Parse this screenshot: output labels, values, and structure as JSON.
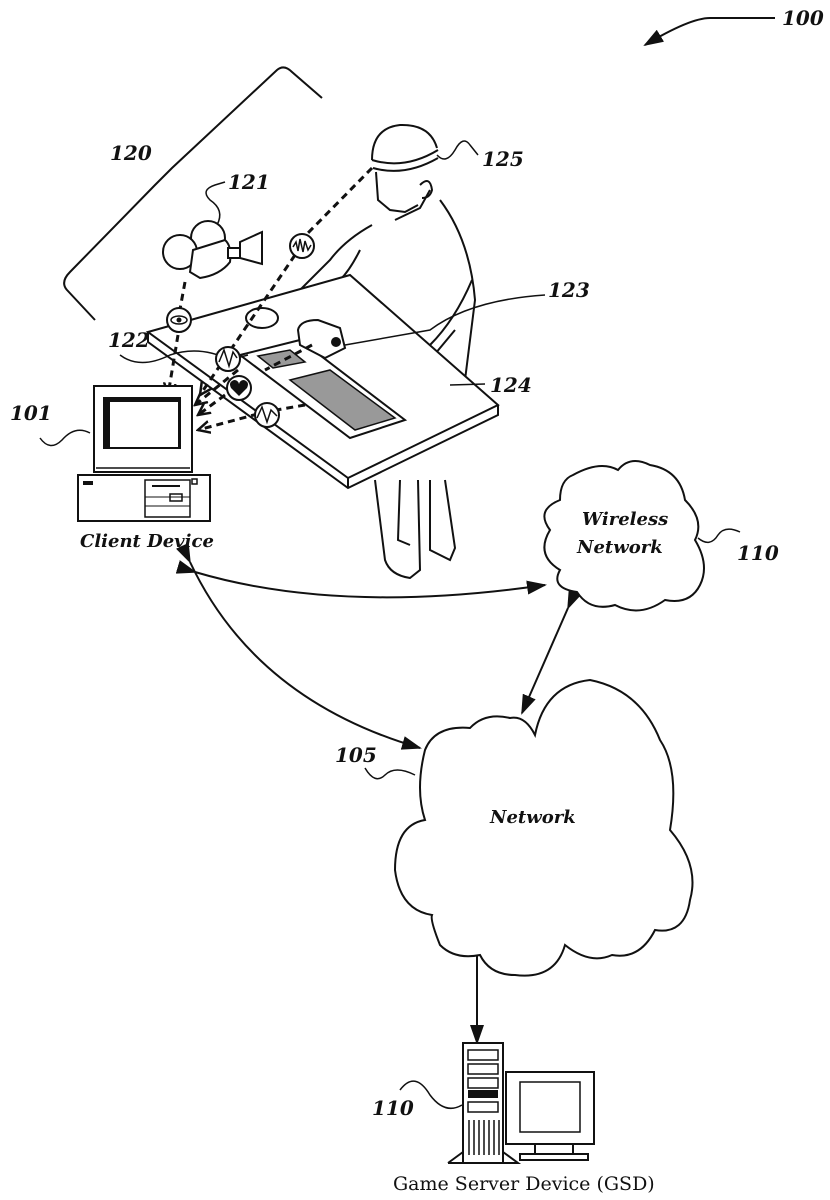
{
  "figure": {
    "ref_overall": "100",
    "ref_sensor_group": "120",
    "ref_camera": "121",
    "ref_controller_hand": "122",
    "ref_game_controller": "123",
    "ref_table": "124",
    "ref_headband": "125",
    "ref_client_device": "101",
    "ref_network": "105",
    "ref_wireless_network": "110",
    "ref_game_server": "110"
  },
  "nodes": {
    "client_device": "Client Device",
    "wireless_network_line1": "Wireless",
    "wireless_network_line2": "Network",
    "network": "Network",
    "game_server": "Game Server Device (GSD)"
  },
  "sensor_icons": [
    "eye-icon",
    "waveform-icon",
    "pulse-icon",
    "heart-icon",
    "pulse-icon"
  ]
}
